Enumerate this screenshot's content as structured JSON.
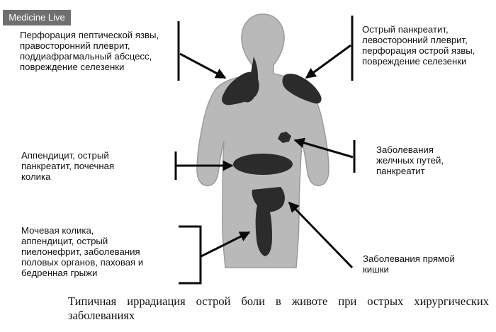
{
  "watermark": "Medicine Live",
  "labels": {
    "top_left": [
      "Перфорация пептической язвы,",
      "правосторонний плеврит,",
      "поддиафрагмальный абсцесс,",
      "повреждение селезенки"
    ],
    "top_right": [
      "Острый панкреатит,",
      "левосторонний плеврит,",
      "перфорация острой язвы,",
      "повреждение селезенки"
    ],
    "mid_left": [
      "Аппендицит, острый",
      "панкреатит, почечная",
      "колика"
    ],
    "mid_right": [
      "Заболевания",
      "желчных путей,",
      "панкреатит"
    ],
    "bottom_left": [
      "Мочевая колика,",
      "аппендицит, острый",
      "пиелонефрит, заболевания",
      "половых органов, паховая и",
      "бедренная грыжи"
    ],
    "bottom_right": [
      "Заболевания прямой",
      "кишки"
    ]
  },
  "caption": "Типичная иррадиация острой боли в животе при острых хирургических заболеваниях",
  "colors": {
    "silhouette": "#b9b9b9",
    "silhouette_edge": "#9a9a9a",
    "pain_zone": "#2b2b2b",
    "line": "#0a0a0a"
  }
}
